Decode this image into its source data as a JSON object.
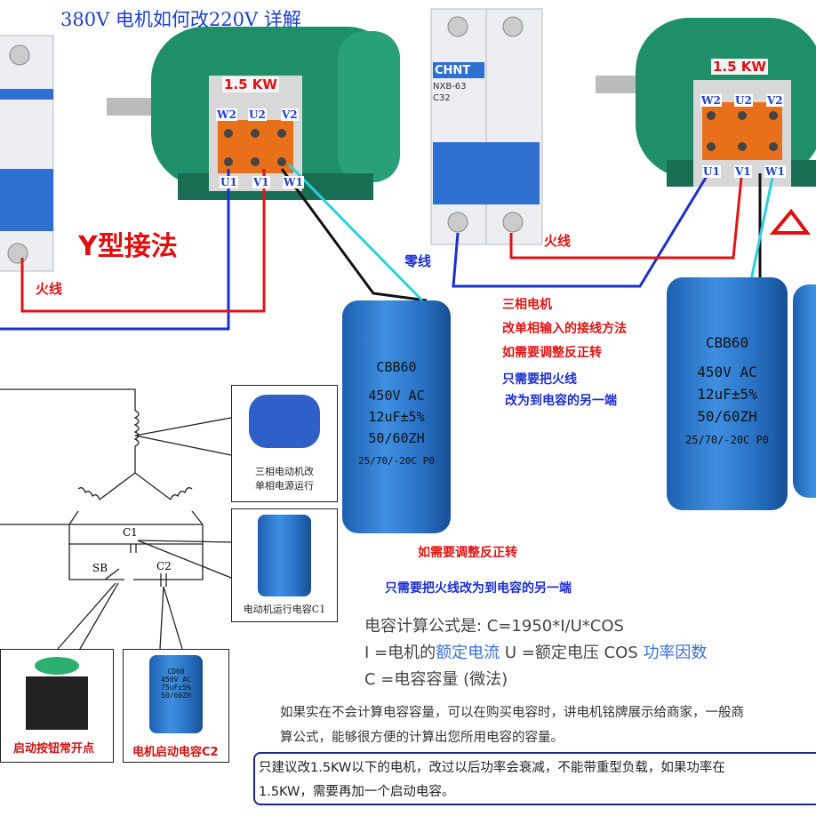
{
  "title": "380V  电机如何改220V  详解",
  "left_motor": {
    "power": "1.5 KW",
    "terminals_top": [
      "W2",
      "U2",
      "V2"
    ],
    "terminals_bottom": [
      "U1",
      "V1",
      "W1"
    ]
  },
  "right_motor": {
    "power": "1.5 KW",
    "terminals_top": [
      "W2",
      "U2",
      "V2"
    ],
    "terminals_bottom": [
      "U1",
      "V1",
      "W1"
    ]
  },
  "breaker": {
    "brand": "CHNT",
    "model": "NXB-63",
    "rating": "C32"
  },
  "y_connection_label": "Y型接法",
  "live_wire_left": "火线",
  "live_wire_right": "火线",
  "neutral_wire": "零线",
  "capacitor": {
    "model": "CBB60",
    "voltage": "450V  AC",
    "capacitance": "12uF±5%",
    "frequency": "50/60ZH",
    "code": "25/70/-20C P0"
  },
  "instructions_right": {
    "lines_red": [
      "三相电机",
      "改单相输入的接线方法",
      "如需要调整反正转"
    ],
    "lines_blue": [
      "只需要把火线",
      "改为到电容的另一端"
    ]
  },
  "instructions_mid": {
    "red": "如需要调整反正转",
    "blue": "只需要把火线改为到电容的另一端"
  },
  "schematic": {
    "c1": "C1",
    "c2": "C2",
    "sb": "SB",
    "motor_caption_1": "三相电动机改",
    "motor_caption_2": "单相电源运行",
    "run_cap_caption": "电动机运行电容C1",
    "button_caption": "启动按钮常开点",
    "start_cap_caption": "电机启动电容C2",
    "start_cap": {
      "model": "CD60",
      "voltage": "450V AC",
      "capacitance": "75uF±5%",
      "frequency": "50/60ZH"
    }
  },
  "formula": {
    "line1": "电容计算公式是: C=1950*I/U*COS",
    "line2_a": "I =电机的",
    "line2_b": "额定电流",
    "line2_c": " U =额定电压 COS ",
    "line2_d": "功率因数",
    "line3": "C =电容容量 (微法)"
  },
  "paragraph": [
    "如果实在不会计算电容容量，可以在购买电容时，讲电机铭牌展示给商家，一般商",
    "算公式，能够很方便的计算出您所用电容的容量。"
  ],
  "note": [
    "只建议改1.5KW以下的电机，改过以后功率会衰减，不能带重型负载，如果功率在",
    "1.5KW，需要再加一个启动电容。"
  ],
  "colors": {
    "live": "#e01414",
    "neutral": "#1b2fd0",
    "motor": "#1f8f6a",
    "capacitor": "#2f7fd4",
    "terminal": "#e8701a"
  }
}
